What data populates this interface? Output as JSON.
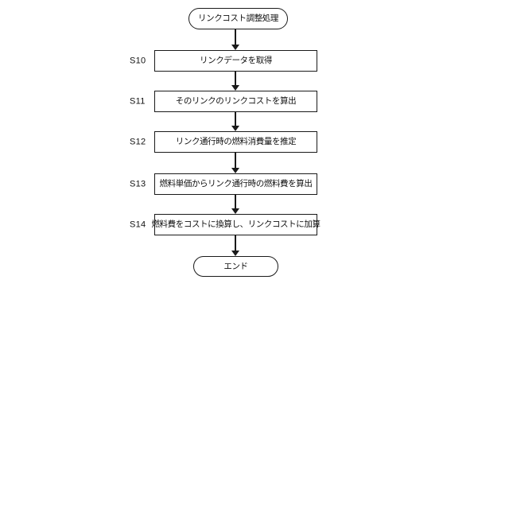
{
  "figure": {
    "background": "#ffffff",
    "line_color": "#1a1a1a"
  },
  "flowchart": {
    "type": "vertical-flow",
    "start": {
      "label": "リンクコスト調整処理"
    },
    "steps": [
      {
        "id": "S10",
        "label": "リンクデータを取得"
      },
      {
        "id": "S11",
        "label": "そのリンクのリンクコストを算出"
      },
      {
        "id": "S12",
        "label": "リンク通行時の燃料消費量を推定"
      },
      {
        "id": "S13",
        "label": "燃料単価からリンク通行時の燃料費を算出"
      },
      {
        "id": "S14",
        "label": "燃料費をコストに換算し、リンクコストに加算"
      }
    ],
    "end": {
      "label": "エンド"
    }
  }
}
